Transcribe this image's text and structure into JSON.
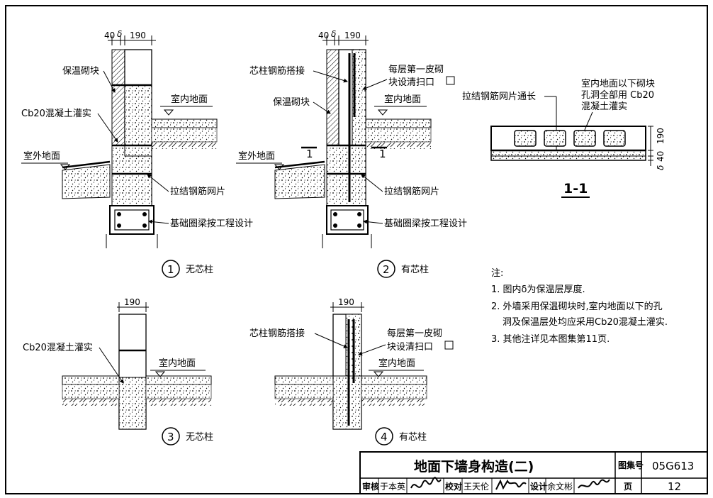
{
  "dims": {
    "d1": "40",
    "delta": "δ",
    "d2": "190"
  },
  "labels": {
    "insulation_block": "保温砌块",
    "cb20_fill": "Cb20混凝土灌实",
    "indoor_floor": "室内地面",
    "outdoor_ground": "室外地面",
    "tie_mesh": "拉结钢筋网片",
    "foundation_beam": "基础圈梁按工程设计",
    "core_rebar_lap": "芯柱钢筋搭接",
    "cleanout_1": "每层第一皮砌",
    "cleanout_2": "块设清扫口",
    "section_mark": "1",
    "tie_mesh_through": "拉结钢筋网片通长",
    "below_floor_1": "室内地面以下砌块",
    "below_floor_2": "孔洞全部用 Cb20",
    "below_floor_3": "混凝土灌实",
    "sec_dim_190": "190",
    "sec_dim_40": "40",
    "sec_dim_delta": "δ"
  },
  "details": [
    {
      "num": "1",
      "caption": "无芯柱"
    },
    {
      "num": "2",
      "caption": "有芯柱"
    },
    {
      "num": "3",
      "caption": "无芯柱"
    },
    {
      "num": "4",
      "caption": "有芯柱"
    }
  ],
  "section_title": "1-1",
  "notes": {
    "heading": "注:",
    "n1": "1. 图内δ为保温层厚度.",
    "n2a": "2. 外墙采用保温砌块时,室内地面以下的孔",
    "n2b": "洞及保温层处均应采用Cb20混凝土灌实.",
    "n3": "3. 其他注详见本图集第11页."
  },
  "title_block": {
    "title": "地面下墙身构造(二)",
    "atlas_label": "图集号",
    "atlas_no": "05G613",
    "page_label": "页",
    "page_no": "12",
    "review": "审核",
    "reviewer": "于本英",
    "check": "校对",
    "checker": "王天伦",
    "design": "设计",
    "designer": "余文彬"
  }
}
